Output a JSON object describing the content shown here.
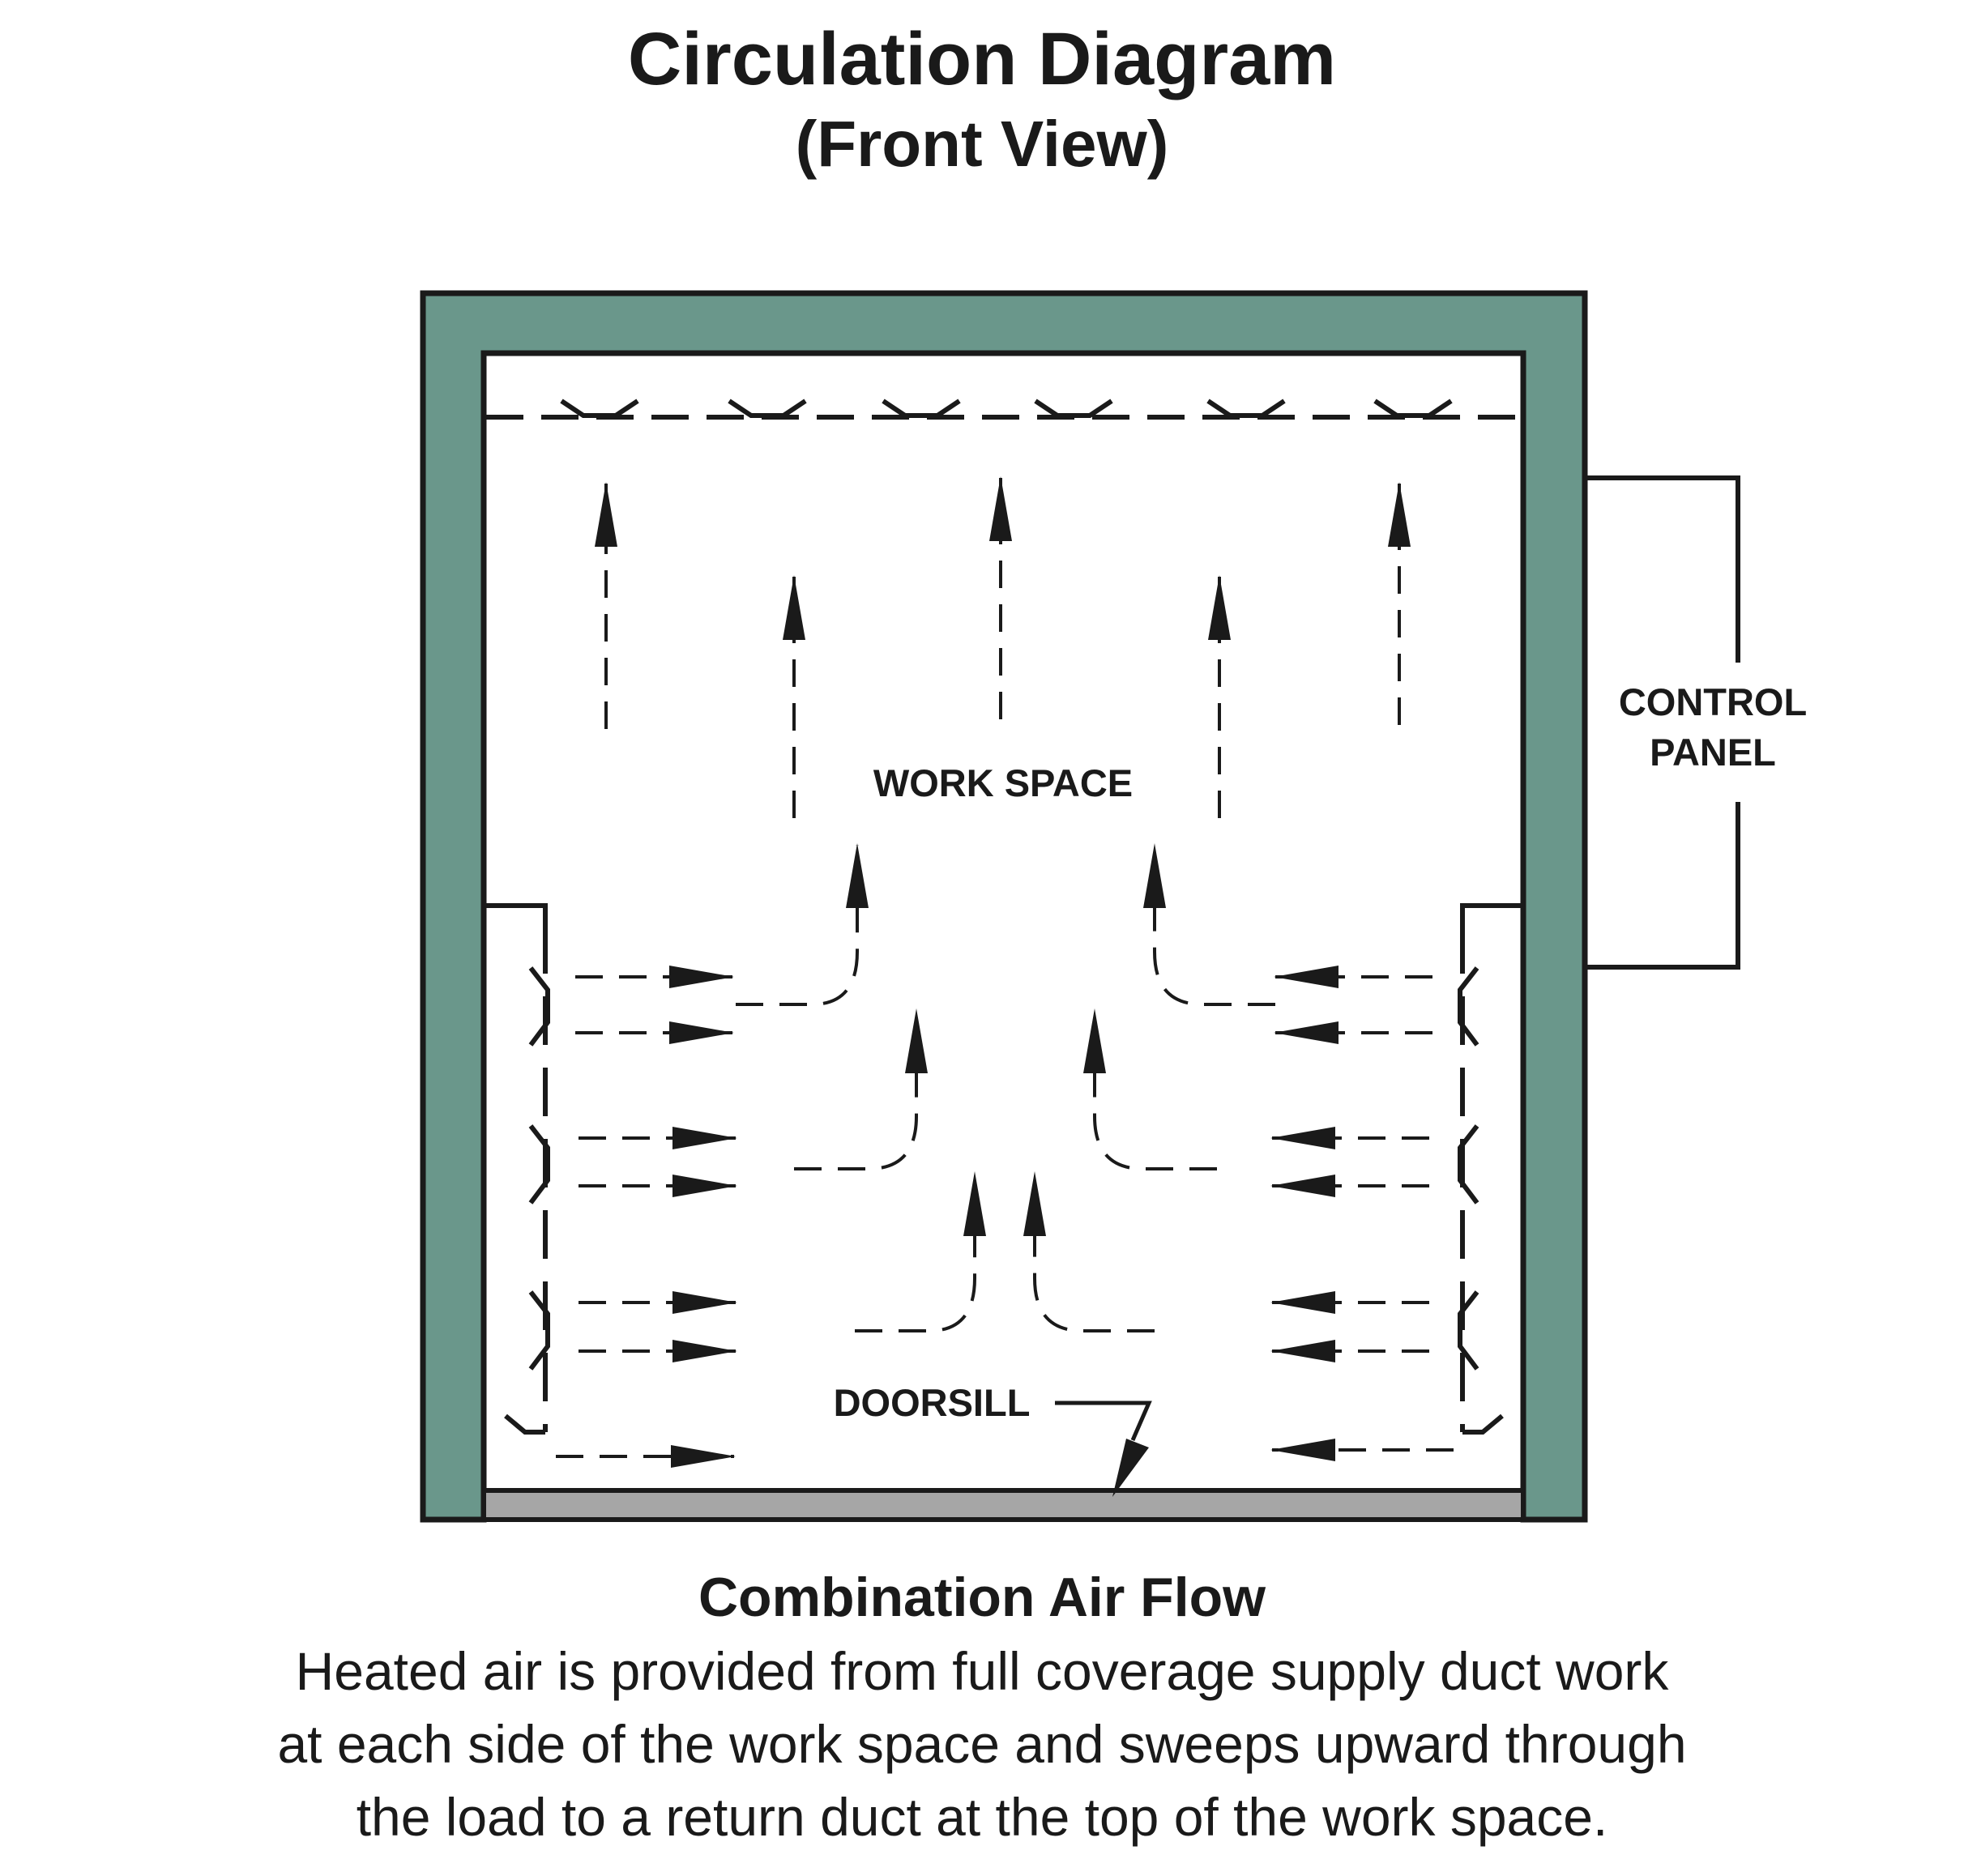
{
  "title": "Circulation Diagram",
  "subtitle": "(Front View)",
  "labels": {
    "work_space": "WORK SPACE",
    "doorsill": "DOORSILL",
    "control_panel_line1": "CONTROL",
    "control_panel_line2": "PANEL"
  },
  "caption": {
    "heading": "Combination Air Flow",
    "lines": [
      "Heated air is provided from full coverage supply duct work",
      "at each side of the work space and sweeps upward through",
      "the load to a return duct at the top of the work space."
    ]
  },
  "colors": {
    "wall": "#6a978b",
    "doorsill": "#a6a6a6",
    "line": "#1a1a1a",
    "background": "#ffffff"
  }
}
